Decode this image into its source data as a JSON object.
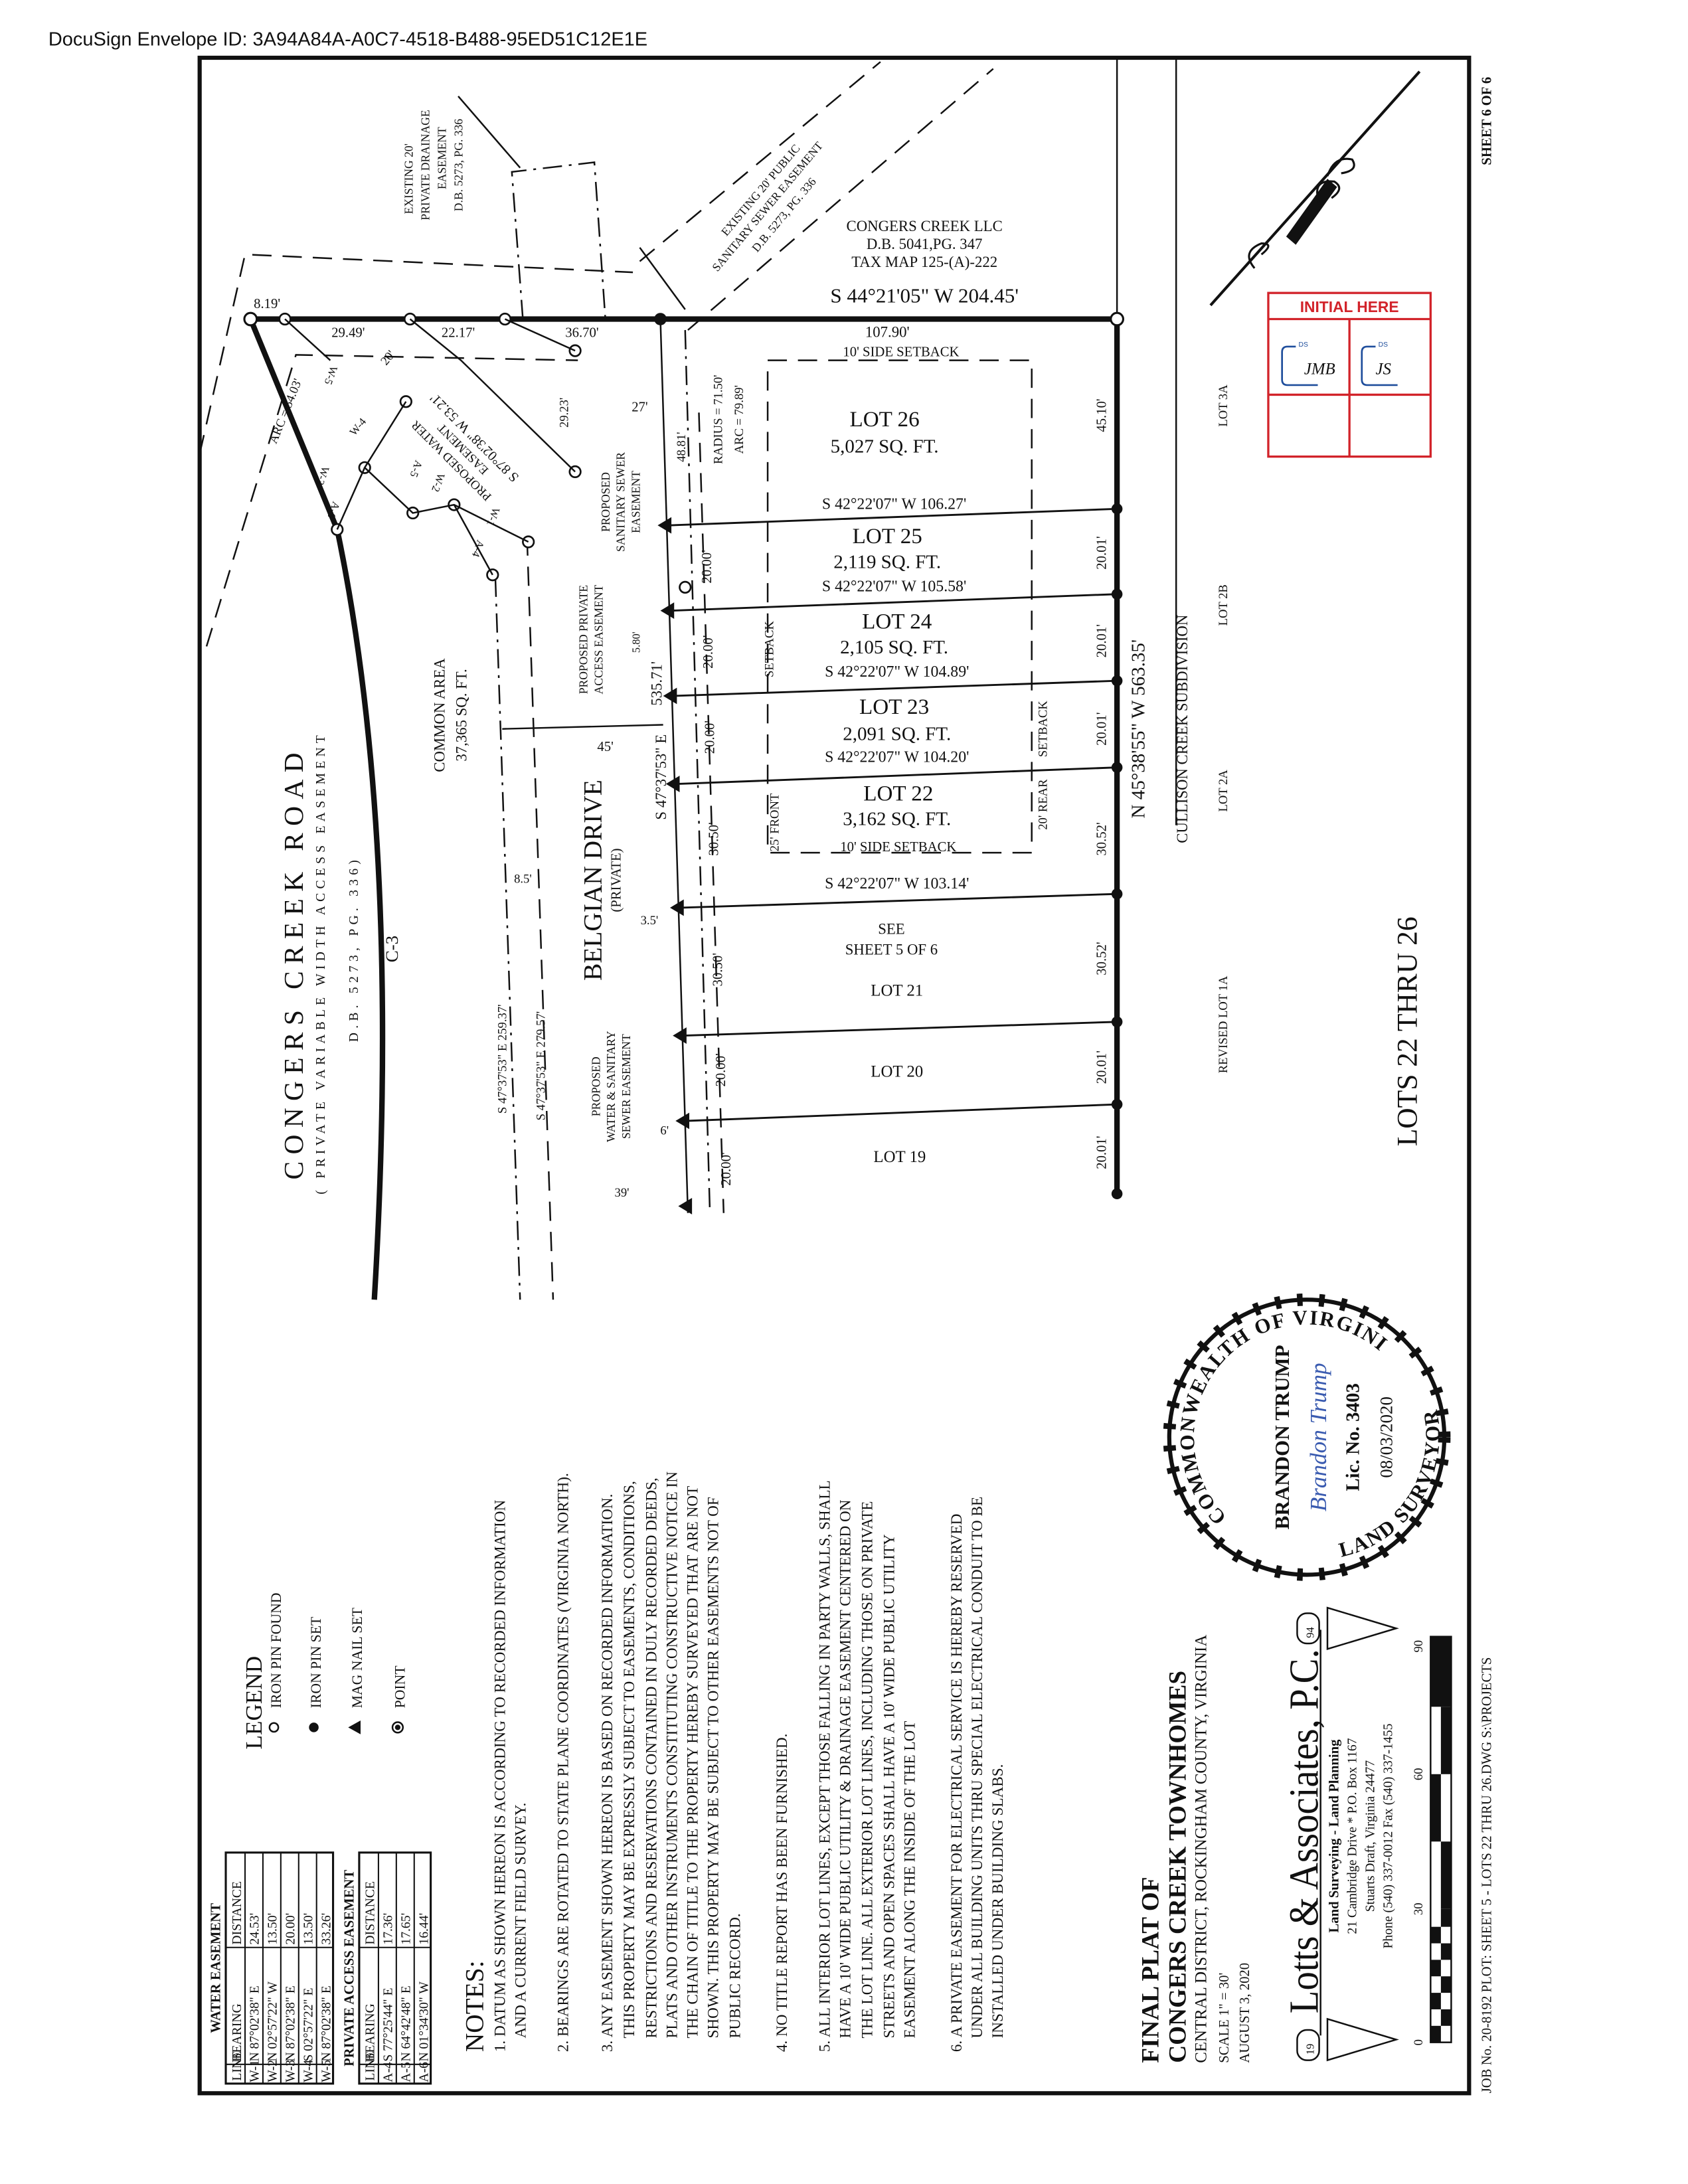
{
  "header": {
    "envelope_id": "DocuSign Envelope ID: 3A94A84A-A0C7-4518-B488-95ED51C12E1E"
  },
  "sheet": {
    "sheet_number": "SHEET 6 OF 6",
    "footer": "JOB No. 20-8192  PLOT: SHEET 5 - LOTS 22 THRU 26.DWG S:\\PROJECTS",
    "lots_title": "LOTS 22 THRU 26"
  },
  "initial_box": {
    "title": "INITIAL HERE",
    "ds_label": "DS",
    "initials": [
      "JMB",
      "JS"
    ],
    "accent": "#d2232a",
    "ds_color": "#1f4e9c"
  },
  "plat": {
    "adjoiner": {
      "owner": "CONGERS CREEK LLC",
      "deed": "D.B. 5041,PG. 347",
      "tax_map": "TAX MAP 125-(A)-222"
    },
    "north_line": "S 44°21'05\" W  204.45'",
    "east_line": "N 45°38'55\" W   563.35'",
    "road": {
      "name": "CONGERS CREEK ROAD",
      "sub": "( PRIVATE VARIABLE WIDTH ACCESS EASEMENT",
      "deed": "D.B. 5273, PG. 336)",
      "curve": "C-3"
    },
    "belgian": {
      "name": "BELGIAN DRIVE",
      "private": "(PRIVATE)",
      "bearing": "S 47°37'53\" E",
      "distance": "535.71'"
    },
    "common_area": {
      "label": "COMMON AREA",
      "area": "37,365 SQ. FT."
    },
    "easements": {
      "drainage": [
        "EXISTING 20'",
        "PRIVATE DRAINAGE",
        "EASEMENT",
        "D.B. 5273, PG. 336"
      ],
      "sewer_existing": [
        "EXISTING 20' PUBLIC",
        "SANITARY SEWER EASEMENT",
        "D.B. 5273, PG. 336"
      ],
      "water_proposed": [
        "PROPOSED WATER",
        "EASEMENT"
      ],
      "water_bearing": "S 87°02'38\" W   53.21'",
      "sewer_proposed": [
        "PROPOSED",
        "SANITARY SEWER",
        "EASEMENT"
      ],
      "access_proposed": [
        "PROPOSED PRIVATE",
        "ACCESS EASEMENT"
      ],
      "water_sewer_proposed": [
        "PROPOSED",
        "WATER & SANITARY",
        "SEWER EASEMENT"
      ]
    },
    "offset_lines": [
      "S 47°37'53\" E  259.37'",
      "S 47°37'53\" E  279.57'"
    ],
    "dims": {
      "d8_19": "8.19'",
      "d29_49": "29.49'",
      "d22_17": "22.17'",
      "d36_70": "36.70'",
      "d20": "20'",
      "d29_23": "29.23'",
      "d27": "27'",
      "d48_81": "48.81'",
      "radius": "RADIUS = 71.50'",
      "arc2": "ARC = 79.89'",
      "arc1": "ARC = 54.03'",
      "d5_80": "5.80'",
      "d45": "45'",
      "d8_5": "8.5'",
      "d3_5": "3.5'",
      "d6": "6'",
      "d39": "39'",
      "front": "20.00'",
      "front2": "30.50'",
      "rear1": "45.10'",
      "rear2": "20.01'",
      "rear3": "30.52'",
      "d107_90": "107.90'"
    },
    "points": [
      "W-5",
      "W-4",
      "W-3",
      "A-6",
      "A-5",
      "W-2",
      "W-1",
      "A-4"
    ],
    "setbacks": {
      "side": "10' SIDE SETBACK",
      "front": "25' FRONT",
      "rear": "20' REAR",
      "setback": "SETBACK"
    },
    "lots": [
      {
        "name": "LOT 26",
        "area": "5,027 SQ. FT.",
        "bearing": "S 42°22'07\" W  106.27'"
      },
      {
        "name": "LOT 25",
        "area": "2,119 SQ. FT.",
        "bearing": "S 42°22'07\" W  105.58'"
      },
      {
        "name": "LOT 24",
        "area": "2,105 SQ. FT.",
        "bearing": "S 42°22'07\" W  104.89'"
      },
      {
        "name": "LOT 23",
        "area": "2,091 SQ. FT.",
        "bearing": "S 42°22'07\" W  104.20'"
      },
      {
        "name": "LOT 22",
        "area": "3,162 SQ. FT.",
        "bearing": "S 42°22'07\" W  103.14'"
      },
      {
        "name": "LOT 21"
      },
      {
        "name": "LOT 20"
      },
      {
        "name": "LOT 19"
      }
    ],
    "see_sheet": [
      "SEE",
      "SHEET 5 OF 6"
    ],
    "neighbors": {
      "lot3a": "LOT 3A",
      "lot2b": "LOT 2B",
      "lot2a": "LOT 2A",
      "lot1a": "REVISED LOT 1A",
      "subdivision": "CULLISON CREEK SUBDIVISION"
    }
  },
  "legend": {
    "title": "LEGEND",
    "items": [
      {
        "icon": "open-circle",
        "label": "IRON PIN FOUND"
      },
      {
        "icon": "filled-circle",
        "label": "IRON PIN SET"
      },
      {
        "icon": "triangle",
        "label": "MAG NAIL SET"
      },
      {
        "icon": "target-circle",
        "label": "POINT"
      }
    ]
  },
  "tables": {
    "water": {
      "title": "WATER EASEMENT",
      "headers": [
        "LINE",
        "BEARING",
        "DISTANCE"
      ],
      "rows": [
        [
          "W-1",
          "N 87°02'38\" E",
          "24.53'"
        ],
        [
          "W-2",
          "N 02°57'22\" W",
          "13.50'"
        ],
        [
          "W-3",
          "N 87°02'38\" E",
          "20.00'"
        ],
        [
          "W-4",
          "S 02°57'22\" E",
          "13.50'"
        ],
        [
          "W-5",
          "N 87°02'38\" E",
          "33.26'"
        ]
      ]
    },
    "access": {
      "title": "PRIVATE ACCESS EASEMENT",
      "headers": [
        "LINE",
        "BEARING",
        "DISTANCE"
      ],
      "rows": [
        [
          "A-4",
          "S 77°25'44\" E",
          "17.36'"
        ],
        [
          "A-5",
          "N 64°42'48\" E",
          "17.65'"
        ],
        [
          "A-6",
          "N 01°34'30\" W",
          "16.44'"
        ]
      ]
    }
  },
  "notes": {
    "title": "NOTES:",
    "lines": [
      "1. DATUM AS SHOWN HEREON IS ACCORDING TO RECORDED INFORMATION",
      "AND A CURRENT FIELD SURVEY.",
      "2. BEARINGS ARE ROTATED TO STATE PLANE COORDINATES (VIRGINIA NORTH).",
      "3. ANY EASEMENT SHOWN HEREON IS BASED ON RECORDED INFORMATION.",
      "THIS PROPERTY MAY BE EXPRESSLY SUBJECT TO EASEMENTS, CONDITIONS,",
      "RESTRICTIONS AND RESERVATIONS CONTAINED IN DULY RECORDED DEEDS,",
      "PLATS AND OTHER INSTRUMENTS CONSTITUTING CONSTRUCTIVE NOTICE IN",
      "THE CHAIN OF TITLE TO THE PROPERTY HEREBY SURVEYED THAT ARE NOT",
      "SHOWN. THIS PROPERTY MAY BE SUBJECT TO OTHER EASEMENTS NOT OF",
      "PUBLIC RECORD.",
      "4. NO TITLE REPORT HAS BEEN FURNISHED.",
      "5. ALL INTERIOR LOT LINES, EXCEPT THOSE FALLING IN PARTY WALLS, SHALL",
      "HAVE A 10' WIDE PUBLIC UTILITY & DRAINAGE EASEMENT CENTERED ON",
      "THE LOT LINE. ALL EXTERIOR LOT LINES, INCLUDING THOSE ON PRIVATE",
      "STREETS AND OPEN SPACES SHALL HAVE A 10' WIDE PUBLIC UTILITY",
      "EASEMENT ALONG THE INSIDE OF THE LOT",
      "6. A PRIVATE EASEMENT FOR ELECTRICAL SERVICE IS HEREBY RESERVED",
      "UNDER ALL BUILDING UNITS THRU SPECIAL ELECTRICAL CONDUIT TO BE",
      "INSTALLED UNDER BUILDING SLABS."
    ]
  },
  "title_block": {
    "line1": "FINAL PLAT OF",
    "line2": "CONGERS CREEK TOWNHOMES",
    "location": "CENTRAL DISTRICT, ROCKINGHAM COUNTY, VIRGINIA",
    "scale": "SCALE 1\" = 30'",
    "date": "AUGUST 3, 2020",
    "firm": "Lotts & Associates, P.C.",
    "firm_tagline": "Land Surveying - Land Planning",
    "address1": "21 Cambridge Drive * P.O. Box 1167",
    "address2": "Stuarts Draft, Virginia 24477",
    "phone": "Phone (540) 337-0012 Fax (540) 337-1455",
    "year_left": "19",
    "year_right": "94",
    "scale_bar_labels": [
      "0",
      "30",
      "60",
      "90"
    ]
  },
  "seal": {
    "outer_top": "COMMONWEALTH OF VIRGINIA",
    "outer_bottom": "LAND SURVEYOR",
    "name": "BRANDON TRUMP",
    "signature": "Brandon Trump",
    "license": "Lic. No. 3403",
    "date": "08/03/2020",
    "signature_color": "#3a5bb0"
  }
}
